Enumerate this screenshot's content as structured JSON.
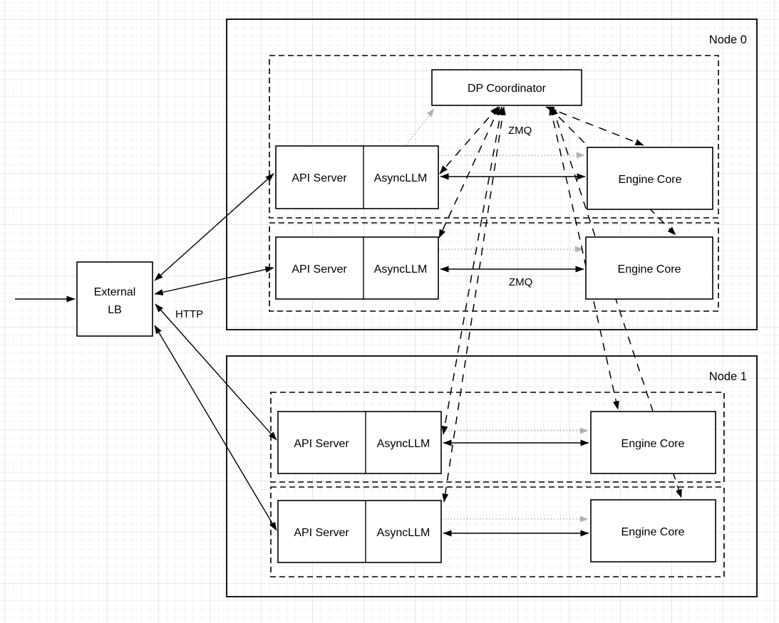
{
  "canvas": {
    "external_lb": {
      "line1": "External",
      "line2": "LB"
    },
    "http_label": "HTTP",
    "nodes": [
      {
        "label": "Node 0",
        "dp_coordinator_label": "DP Coordinator",
        "zmq_coordinator_label": "ZMQ",
        "zmq_row_label": "ZMQ",
        "rows": [
          {
            "api_server": "API Server",
            "asyncllm": "AsyncLLM",
            "engine_core": "Engine Core"
          },
          {
            "api_server": "API Server",
            "asyncllm": "AsyncLLM",
            "engine_core": "Engine Core"
          }
        ]
      },
      {
        "label": "Node 1",
        "rows": [
          {
            "api_server": "API Server",
            "asyncllm": "AsyncLLM",
            "engine_core": "Engine Core"
          },
          {
            "api_server": "API Server",
            "asyncllm": "AsyncLLM",
            "engine_core": "Engine Core"
          }
        ]
      }
    ],
    "colors": {
      "stroke": "#000000",
      "gray_connector": "#b3b3b3",
      "box_fill": "#ffffff"
    }
  }
}
